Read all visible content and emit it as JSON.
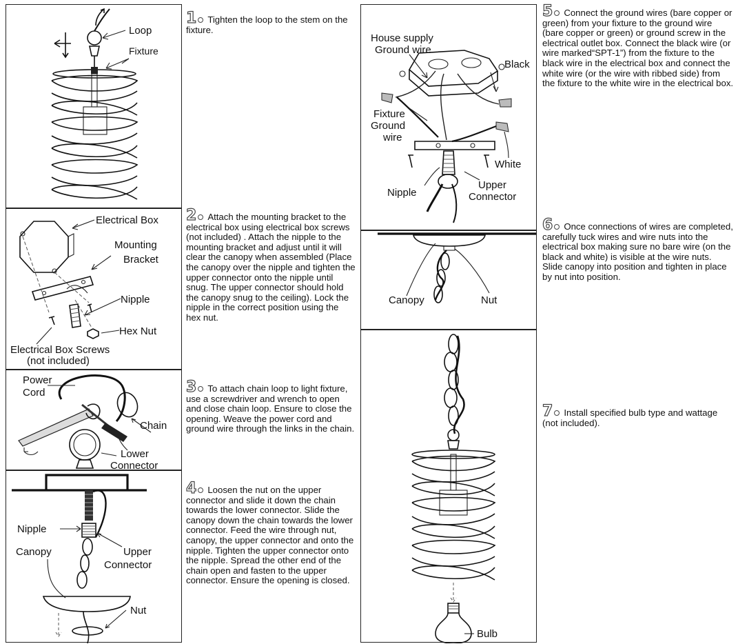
{
  "steps": [
    {
      "num": "1",
      "text": "Tighten the loop to the stem on the fixture."
    },
    {
      "num": "2",
      "text": "Attach the mounting bracket to the electrical box using electrical box screws (not included) .  Attach the nipple to the mounting bracket and adjust until it will clear the canopy  when assembled (Place the canopy over the nipple and tighten the upper connector onto the nipple until snug.    The upper connector should hold the canopy snug to the ceiling).  Lock the nipple in the correct position using the hex nut."
    },
    {
      "num": "3",
      "text": "To attach chain loop to light fixture, use a screwdriver and wrench to open and close chain loop.    Ensure to close the opening.    Weave the power cord and ground wire through the links in the chain."
    },
    {
      "num": "4",
      "text": "Loosen the nut on the upper connector and slide it down the chain towards the lower connector.  Slide the canopy down the chain towards the lower connector.    Feed the wire through nut, canopy, the upper connector and onto the nipple.  Tighten the upper connector onto the nipple.    Spread the other end of the chain open and fasten to the upper connector.  Ensure the opening is closed."
    },
    {
      "num": "5",
      "text": "Connect the ground wires (bare copper or green) from your fixture to the ground wire (bare copper or green) or ground screw in the electrical outlet box. Connect the black wire (or wire marked“SPT-1”) from the fixture to the black wire in the electrical box and connect the white wire (or the wire with ribbed side) from the fixture to the white wire in the electrical box."
    },
    {
      "num": "6",
      "text": "Once connections of wires are completed, carefully tuck wires and wire nuts into the electrical box making sure no bare wire (on the black and white) is visible at the wire nuts. Slide canopy into position and tighten in place by nut into position."
    },
    {
      "num": "7",
      "text": "Install specified bulb type and wattage (not included)."
    }
  ],
  "labels": {
    "loop": "Loop",
    "fixture": "Fixture",
    "electrical_box": "Electrical Box",
    "mounting": "Mounting",
    "bracket": "Bracket",
    "nipple": "Nipple",
    "hex_nut": "Hex Nut",
    "eb_screws": "Electrical Box Screws",
    "not_included": "(not included)",
    "power": "Power",
    "cord": "Cord",
    "chain": "Chain",
    "lower": "Lower",
    "connector": "Connector",
    "canopy": "Canopy",
    "upper": "Upper",
    "nut": "Nut",
    "house_supply": "House supply",
    "ground_wire_top": "Ground wire",
    "black": "Black",
    "fixture_g": "Fixture",
    "ground": "Ground",
    "wire": "wire",
    "white": "White",
    "bulb": "Bulb"
  }
}
